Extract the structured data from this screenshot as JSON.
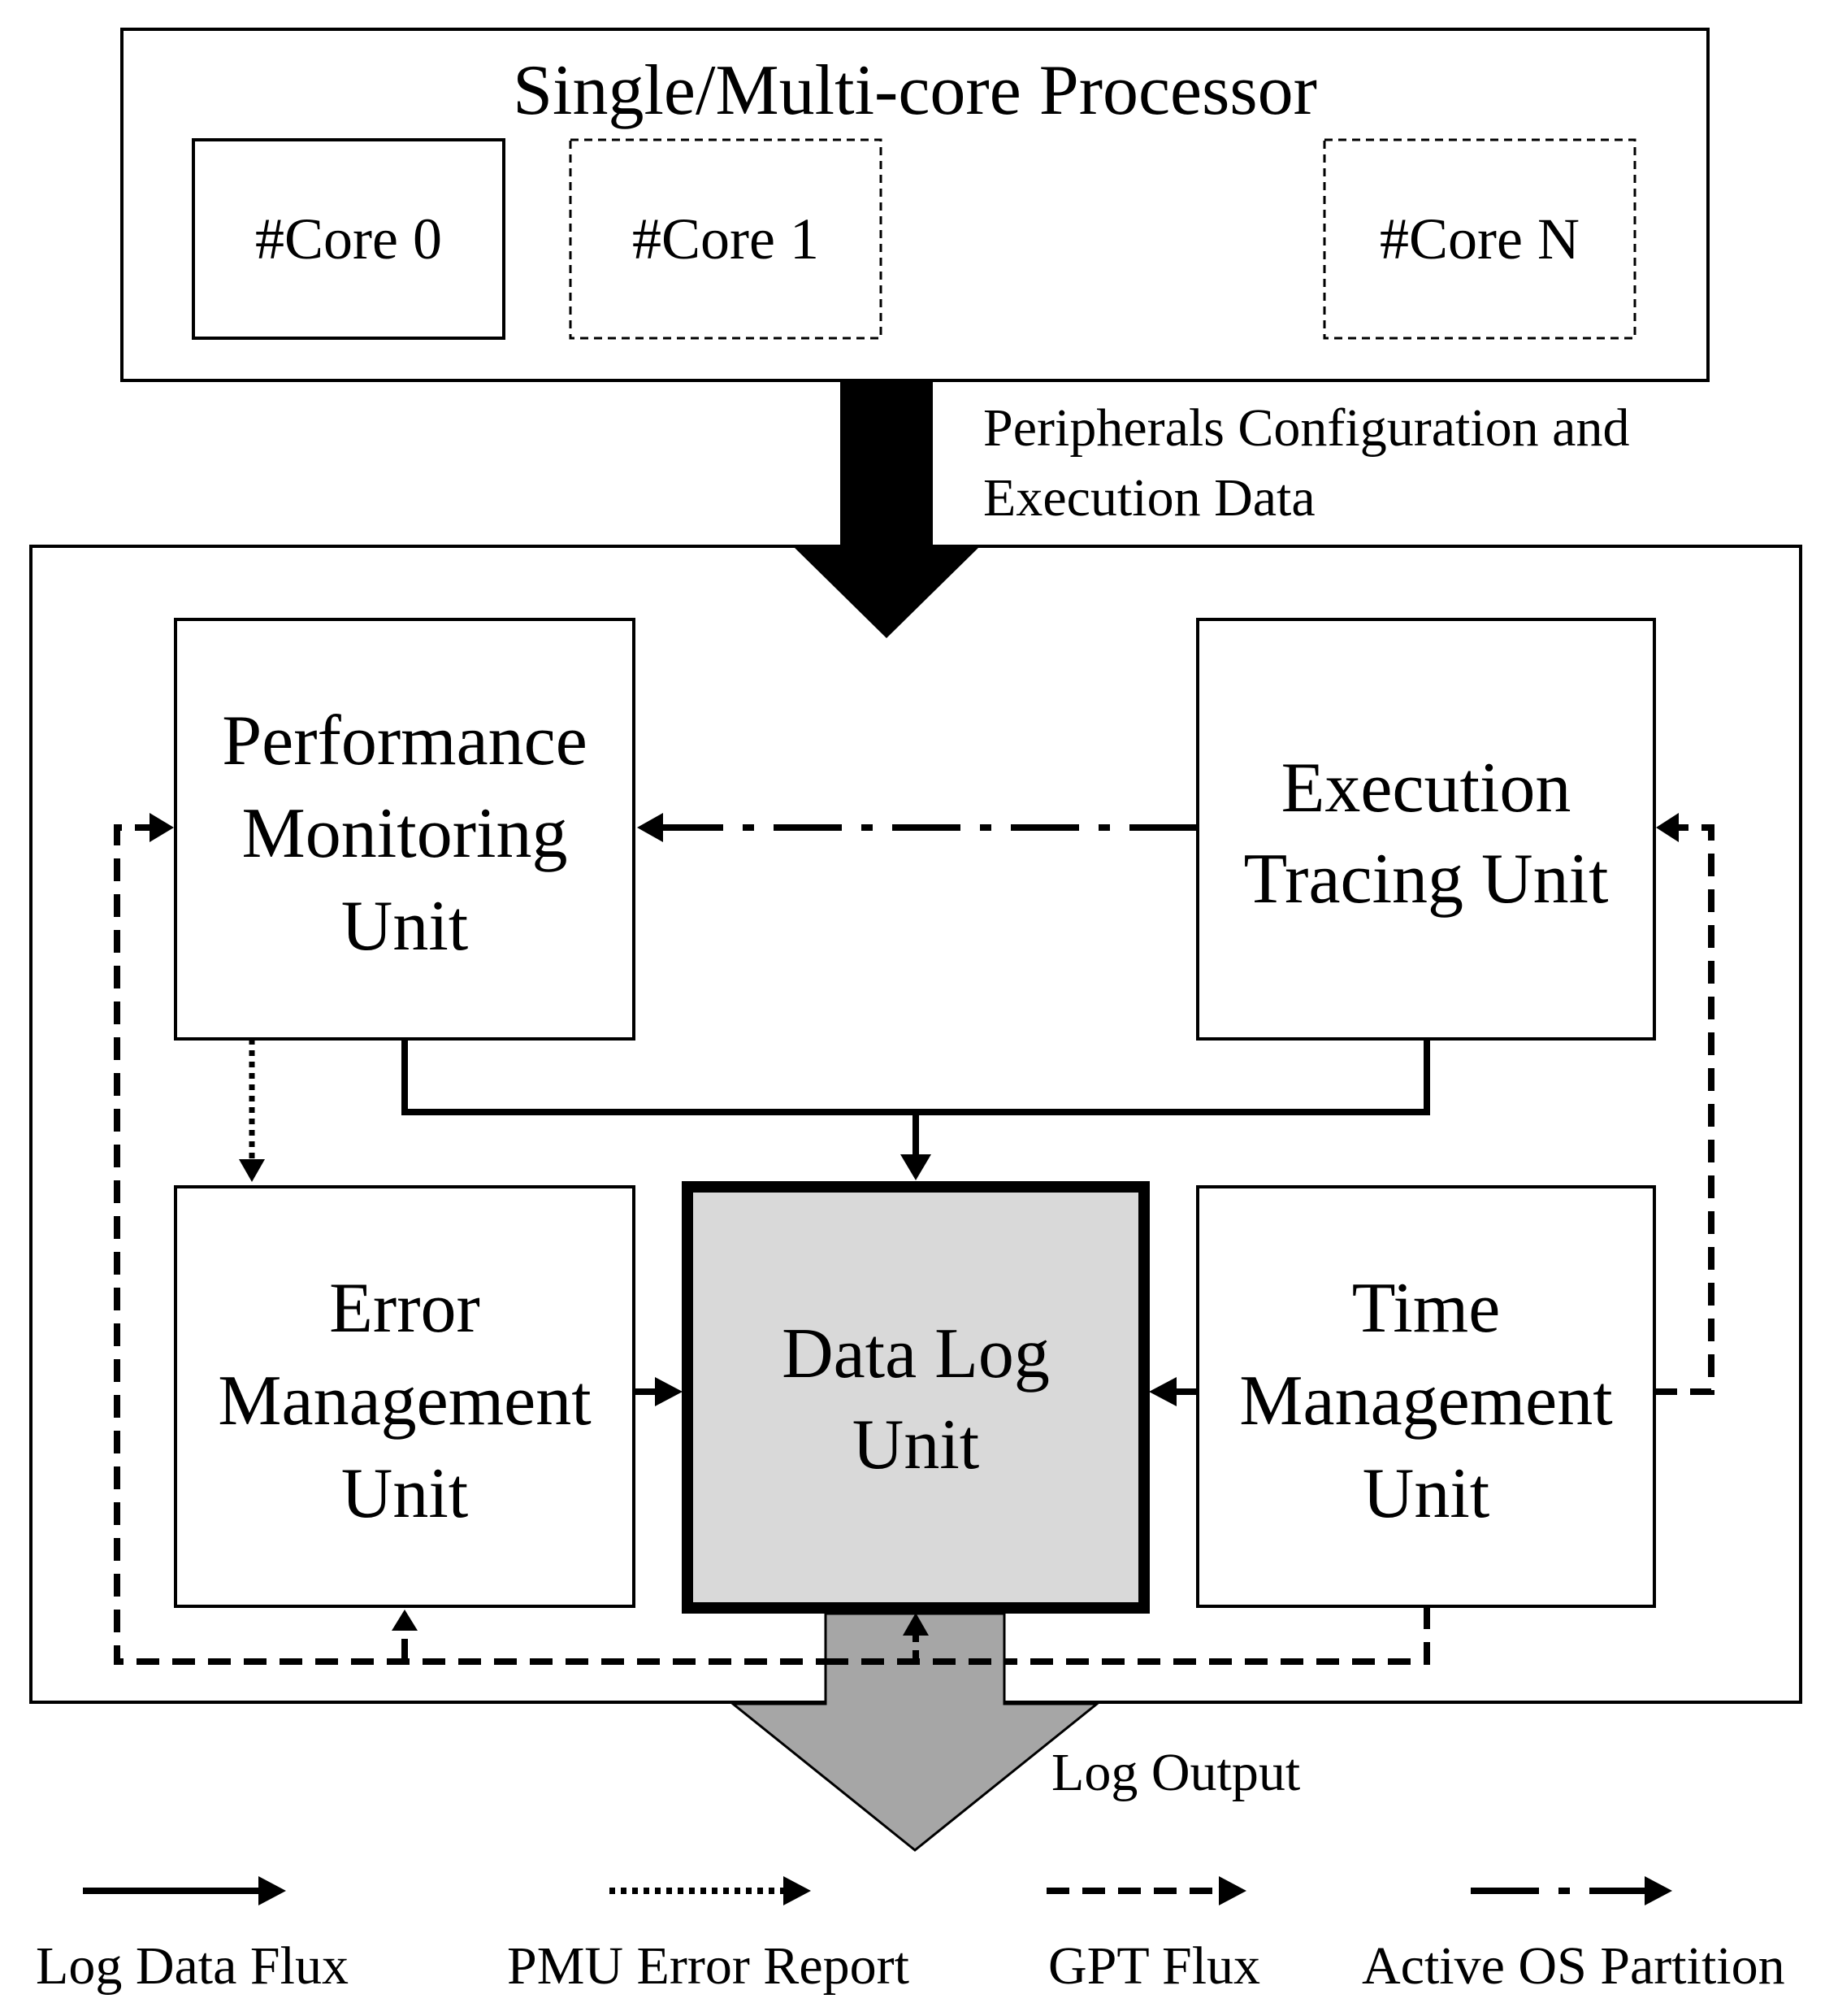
{
  "processor": {
    "title": "Single/Multi-core Processor",
    "cores": [
      "#Core 0",
      "#Core 1",
      "#Core N"
    ]
  },
  "input_arrow_label": [
    "Peripherals Configuration and",
    "Execution Data"
  ],
  "units": {
    "pmu": [
      "Performance",
      "Monitoring",
      "Unit"
    ],
    "etu": [
      "Execution",
      "Tracing Unit"
    ],
    "emu": [
      "Error",
      "Management",
      "Unit"
    ],
    "dlu": [
      "Data Log",
      "Unit"
    ],
    "tmu": [
      "Time",
      "Management",
      "Unit"
    ]
  },
  "output_arrow_label": "Log Output",
  "legend": [
    {
      "label": "Log Data Flux",
      "style": "solid"
    },
    {
      "label": "PMU Error Report",
      "style": "dotted"
    },
    {
      "label": "GPT Flux",
      "style": "dashed"
    },
    {
      "label": "Active OS Partition",
      "style": "dash-dot"
    }
  ],
  "colors": {
    "line": "#000000",
    "data_log_fill": "#d9d9d9",
    "output_arrow_fill": "#a6a6a6",
    "background": "#ffffff"
  }
}
